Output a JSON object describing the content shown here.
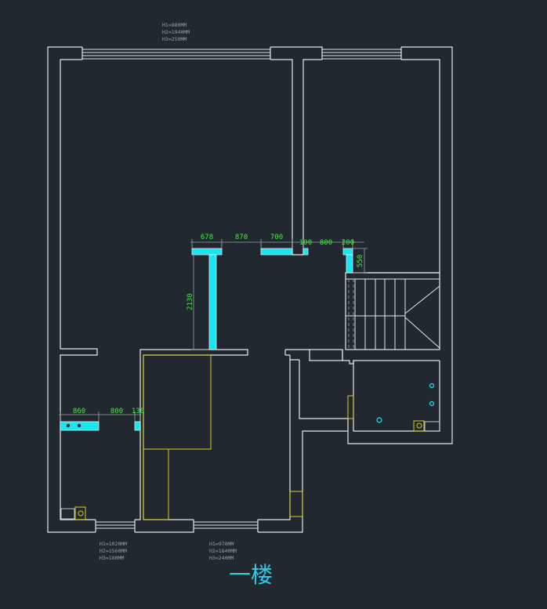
{
  "floor_label": "一楼",
  "window_notes": {
    "top": [
      "H1=880MM",
      "H2=1940MM",
      "H3=250MM"
    ],
    "bottom_left": [
      "H1=1020MM",
      "H2=1560MM",
      "H3=180MM"
    ],
    "bottom_right": [
      "H1=970MM",
      "H2=1840MM",
      "H3=240MM"
    ]
  },
  "dimensions": {
    "upper_row": [
      "678",
      "870",
      "700",
      "100",
      "800",
      "200"
    ],
    "vertical_left": "2130",
    "vertical_right": "550",
    "lower_row": [
      "860",
      "800",
      "130"
    ]
  },
  "colors": {
    "background": "#212830",
    "wall": "#e8e8e8",
    "new_wall": "#16e6f2",
    "dimension_text": "#3ef03a",
    "furniture": "#d8d020",
    "title": "#33c8e8"
  }
}
